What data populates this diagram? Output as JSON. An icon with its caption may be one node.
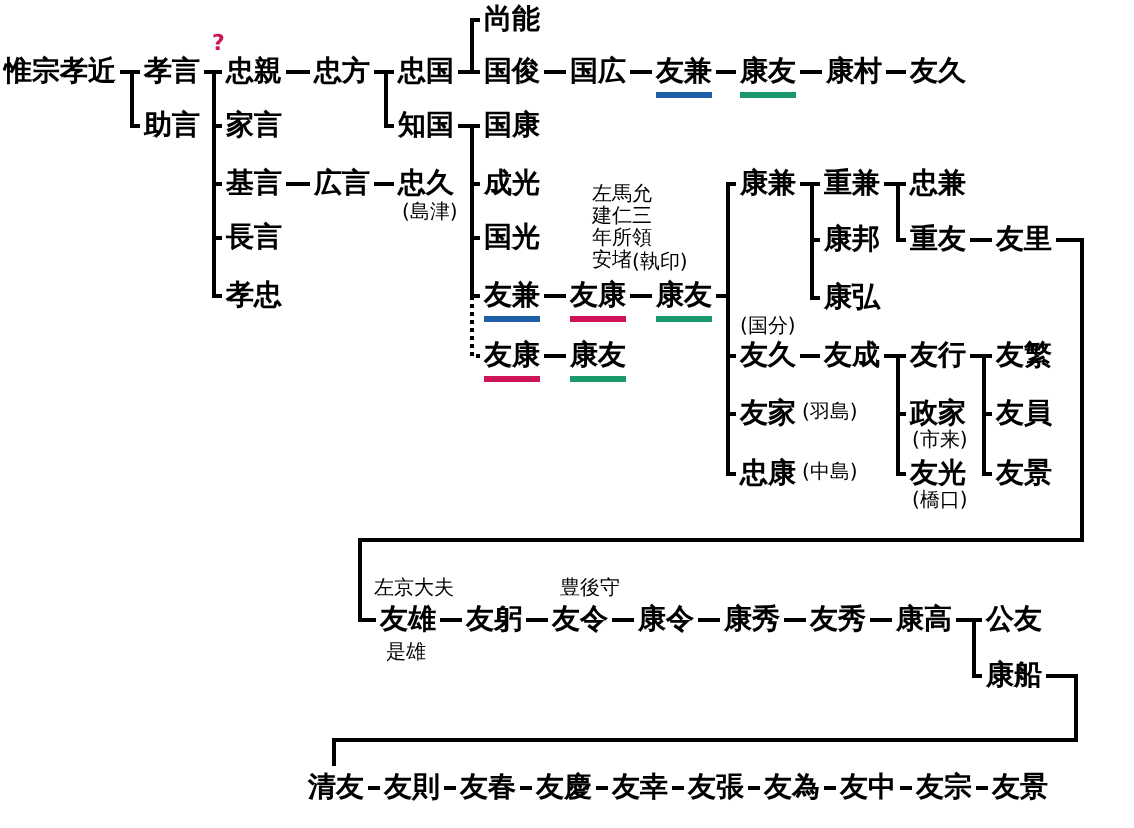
{
  "diagram": {
    "nodes": [
      {
        "text": [
          "惟宗孝近"
        ]
      },
      {
        "text": [
          "孝言"
        ]
      },
      {
        "text": [
          "助言"
        ]
      },
      {
        "text": [
          "忠親"
        ]
      },
      {
        "text": [
          "家言"
        ]
      },
      {
        "text": [
          "基言"
        ]
      },
      {
        "text": [
          "長言"
        ]
      },
      {
        "text": [
          "孝忠"
        ]
      },
      {
        "text": [
          "忠方"
        ]
      },
      {
        "text": [
          "広言"
        ]
      },
      {
        "text": [
          "忠国"
        ]
      },
      {
        "text": [
          "知国"
        ]
      },
      {
        "text": [
          "忠久"
        ],
        "beside": [
          "(島津)"
        ]
      },
      {
        "text": [
          "尚能"
        ]
      },
      {
        "text": [
          "国俊"
        ]
      },
      {
        "text": [
          "国広"
        ]
      },
      {
        "text": [
          "友兼"
        ]
      },
      {
        "text": [
          "康友"
        ]
      },
      {
        "text": [
          "康村"
        ]
      },
      {
        "text": [
          "友久"
        ]
      },
      {
        "text": [
          "国康"
        ]
      },
      {
        "text": [
          "成光"
        ]
      },
      {
        "text": [
          "国光"
        ]
      },
      {
        "text": [
          "友兼"
        ]
      },
      {
        "text": [
          "友康"
        ]
      },
      {
        "text": [
          "康友"
        ],
        "beside": [
          "左馬允建仁三年所領安堵",
          "(執印)"
        ]
      },
      {
        "text": [
          "友康"
        ]
      },
      {
        "text": [
          "康友"
        ]
      },
      {
        "text": [
          "康兼"
        ]
      },
      {
        "text": [
          "友久"
        ],
        "beside": [
          "(国分)"
        ]
      },
      {
        "text": [
          "友家"
        ],
        "beside": [
          "(羽島)"
        ]
      },
      {
        "text": [
          "忠康"
        ],
        "beside": [
          "(中島)"
        ]
      },
      {
        "text": [
          "重兼"
        ]
      },
      {
        "text": [
          "康邦"
        ]
      },
      {
        "text": [
          "康弘"
        ]
      },
      {
        "text": [
          "友成"
        ]
      },
      {
        "text": [
          "忠兼"
        ]
      },
      {
        "text": [
          "重友"
        ]
      },
      {
        "text": [
          "友里"
        ]
      },
      {
        "text": [
          "友行"
        ]
      },
      {
        "text": [
          "政家"
        ],
        "beside": [
          "(市来)"
        ]
      },
      {
        "text": [
          "友光"
        ],
        "beside": [
          "(橋口)"
        ]
      },
      {
        "text": [
          "友繁"
        ]
      },
      {
        "text": [
          "友員"
        ]
      },
      {
        "text": [
          "友景"
        ]
      },
      {
        "text": [
          "友雄"
        ],
        "beside": [
          "左京大夫",
          "是雄"
        ]
      },
      {
        "text": [
          "友躬"
        ]
      },
      {
        "text": [
          "友令"
        ],
        "beside": [
          "豊後守"
        ]
      },
      {
        "text": [
          "康令"
        ]
      },
      {
        "text": [
          "康秀"
        ]
      },
      {
        "text": [
          "友秀"
        ]
      },
      {
        "text": [
          "康高"
        ]
      },
      {
        "text": [
          "公友"
        ]
      },
      {
        "text": [
          "康船"
        ]
      },
      {
        "text": [
          "清友"
        ]
      },
      {
        "text": [
          "友則"
        ]
      },
      {
        "text": [
          "友春"
        ]
      },
      {
        "text": [
          "友慶"
        ]
      },
      {
        "text": [
          "友幸"
        ]
      },
      {
        "text": [
          "友張"
        ]
      },
      {
        "text": [
          "友為"
        ]
      },
      {
        "text": [
          "友中"
        ]
      },
      {
        "text": [
          "友宗"
        ]
      },
      {
        "text": [
          "友景"
        ]
      }
    ],
    "edges": [
      {
        "from": 0,
        "to": 1,
        "arrow": "none"
      },
      {
        "from": 0,
        "to": 2,
        "arrow": "none"
      },
      {
        "from": 1,
        "to": 3,
        "arrow": "none"
      },
      {
        "from": 1,
        "to": 4,
        "arrow": "none"
      },
      {
        "from": 1,
        "to": 5,
        "arrow": "none"
      },
      {
        "from": 1,
        "to": 6,
        "arrow": "none"
      },
      {
        "from": 1,
        "to": 7,
        "arrow": "none"
      },
      {
        "from": 3,
        "to": 8,
        "arrow": "none"
      },
      {
        "from": 5,
        "to": 9,
        "arrow": "none"
      },
      {
        "from": 8,
        "to": 10,
        "arrow": "none"
      },
      {
        "from": 8,
        "to": 11,
        "arrow": "none"
      },
      {
        "from": 9,
        "to": 12,
        "arrow": "none"
      },
      {
        "from": 10,
        "to": 13,
        "arrow": "none"
      },
      {
        "from": 10,
        "to": 14,
        "arrow": "none"
      },
      {
        "from": 14,
        "to": 15,
        "arrow": "none"
      },
      {
        "from": 15,
        "to": 16,
        "arrow": "none"
      },
      {
        "from": 16,
        "to": 17,
        "arrow": "none"
      },
      {
        "from": 17,
        "to": 18,
        "arrow": "none"
      },
      {
        "from": 18,
        "to": 19,
        "arrow": "none"
      },
      {
        "from": 11,
        "to": 20,
        "arrow": "none"
      },
      {
        "from": 11,
        "to": 21,
        "arrow": "none"
      },
      {
        "from": 11,
        "to": 22,
        "arrow": "none"
      },
      {
        "from": 11,
        "to": 23,
        "arrow": "none"
      },
      {
        "from": 11,
        "to": 26,
        "arrow": "none",
        "style": "dashed"
      },
      {
        "from": 23,
        "to": 24,
        "arrow": "none"
      },
      {
        "from": 24,
        "to": 25,
        "arrow": "none"
      },
      {
        "from": 26,
        "to": 27,
        "arrow": "none"
      },
      {
        "from": 25,
        "to": 28,
        "arrow": "none"
      },
      {
        "from": 25,
        "to": 29,
        "arrow": "none"
      },
      {
        "from": 25,
        "to": 30,
        "arrow": "none"
      },
      {
        "from": 25,
        "to": 31,
        "arrow": "none"
      },
      {
        "from": 28,
        "to": 32,
        "arrow": "none"
      },
      {
        "from": 28,
        "to": 33,
        "arrow": "none"
      },
      {
        "from": 28,
        "to": 34,
        "arrow": "none"
      },
      {
        "from": 29,
        "to": 35,
        "arrow": "none"
      },
      {
        "from": 32,
        "to": 36,
        "arrow": "none"
      },
      {
        "from": 32,
        "to": 37,
        "arrow": "none"
      },
      {
        "from": 37,
        "to": 38,
        "arrow": "none"
      },
      {
        "from": 35,
        "to": 39,
        "arrow": "none"
      },
      {
        "from": 35,
        "to": 40,
        "arrow": "none"
      },
      {
        "from": 35,
        "to": 41,
        "arrow": "none"
      },
      {
        "from": 39,
        "to": 42,
        "arrow": "none"
      },
      {
        "from": 39,
        "to": 43,
        "arrow": "none"
      },
      {
        "from": 39,
        "to": 44,
        "arrow": "none"
      },
      {
        "from": 38,
        "to": 45,
        "arrow": "none"
      },
      {
        "from": 45,
        "to": 46,
        "arrow": "none"
      },
      {
        "from": 46,
        "to": 47,
        "arrow": "none"
      },
      {
        "from": 47,
        "to": 48,
        "arrow": "none"
      },
      {
        "from": 48,
        "to": 49,
        "arrow": "none"
      },
      {
        "from": 49,
        "to": 50,
        "arrow": "none"
      },
      {
        "from": 50,
        "to": 51,
        "arrow": "none"
      },
      {
        "from": 51,
        "to": 52,
        "arrow": "none"
      },
      {
        "from": 51,
        "to": 53,
        "arrow": "none"
      },
      {
        "from": 53,
        "to": 54,
        "arrow": "none"
      },
      {
        "from": 54,
        "to": 55,
        "arrow": "none"
      },
      {
        "from": 55,
        "to": 56,
        "arrow": "none"
      },
      {
        "from": 56,
        "to": 57,
        "arrow": "none"
      },
      {
        "from": 57,
        "to": 58,
        "arrow": "none"
      },
      {
        "from": 58,
        "to": 59,
        "arrow": "none"
      },
      {
        "from": 59,
        "to": 60,
        "arrow": "none"
      },
      {
        "from": 60,
        "to": 61,
        "arrow": "none"
      },
      {
        "from": 61,
        "to": 62,
        "arrow": "none"
      },
      {
        "from": 62,
        "to": 63,
        "arrow": "none"
      }
    ],
    "labels": [
      "?"
    ]
  }
}
